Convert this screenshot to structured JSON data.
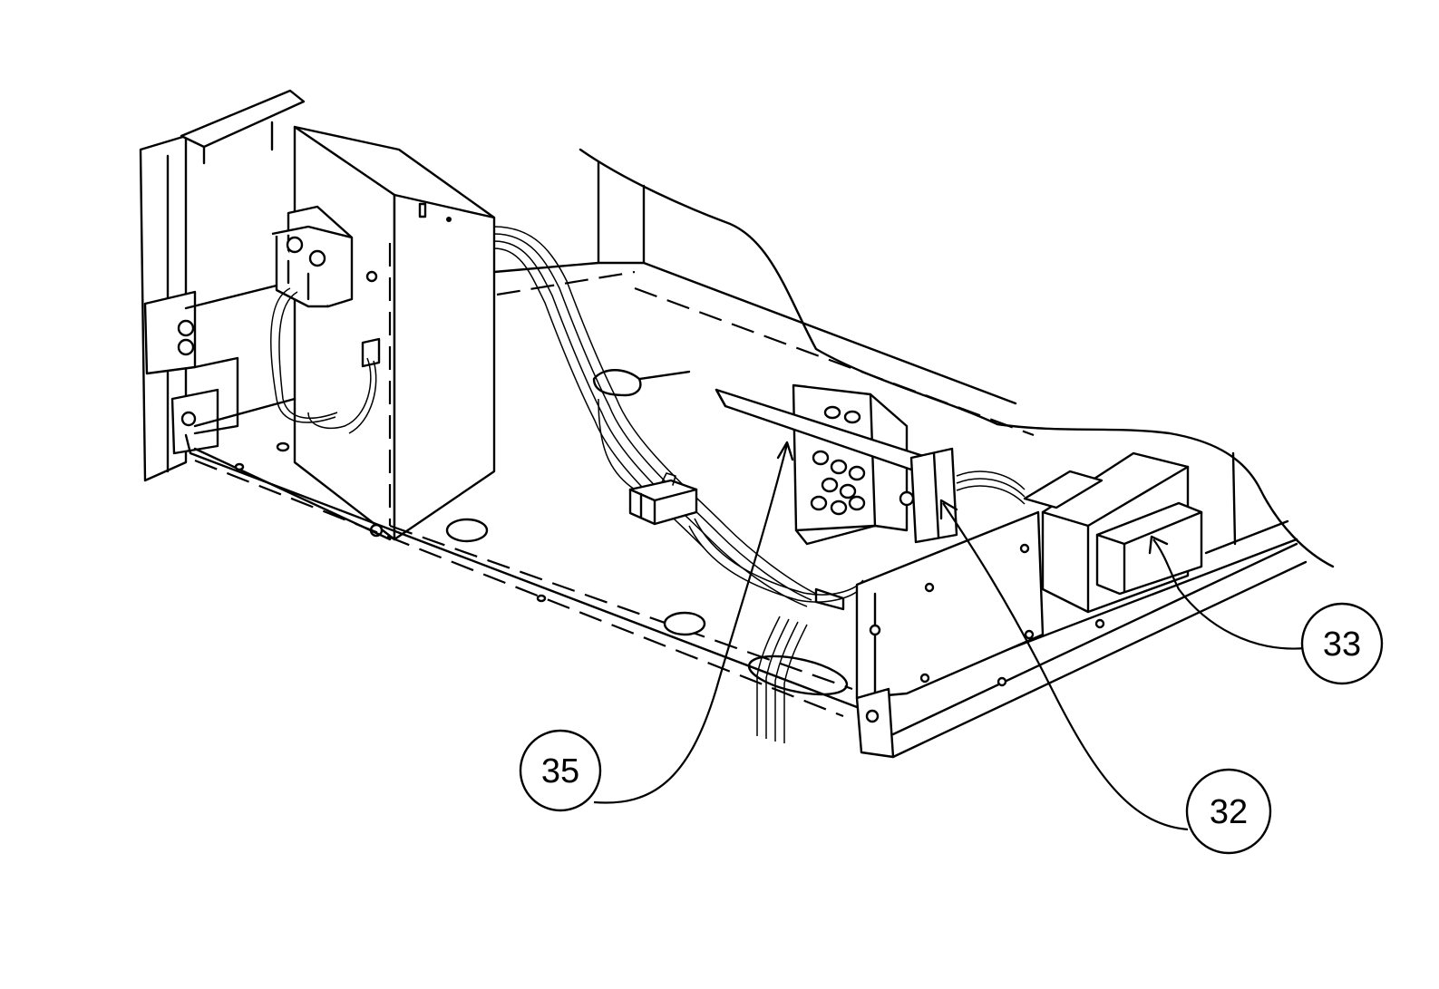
{
  "callouts": [
    {
      "label": "35"
    },
    {
      "label": "32"
    },
    {
      "label": "33"
    }
  ],
  "colors": {
    "ink": "#000000",
    "paper": "#ffffff"
  }
}
